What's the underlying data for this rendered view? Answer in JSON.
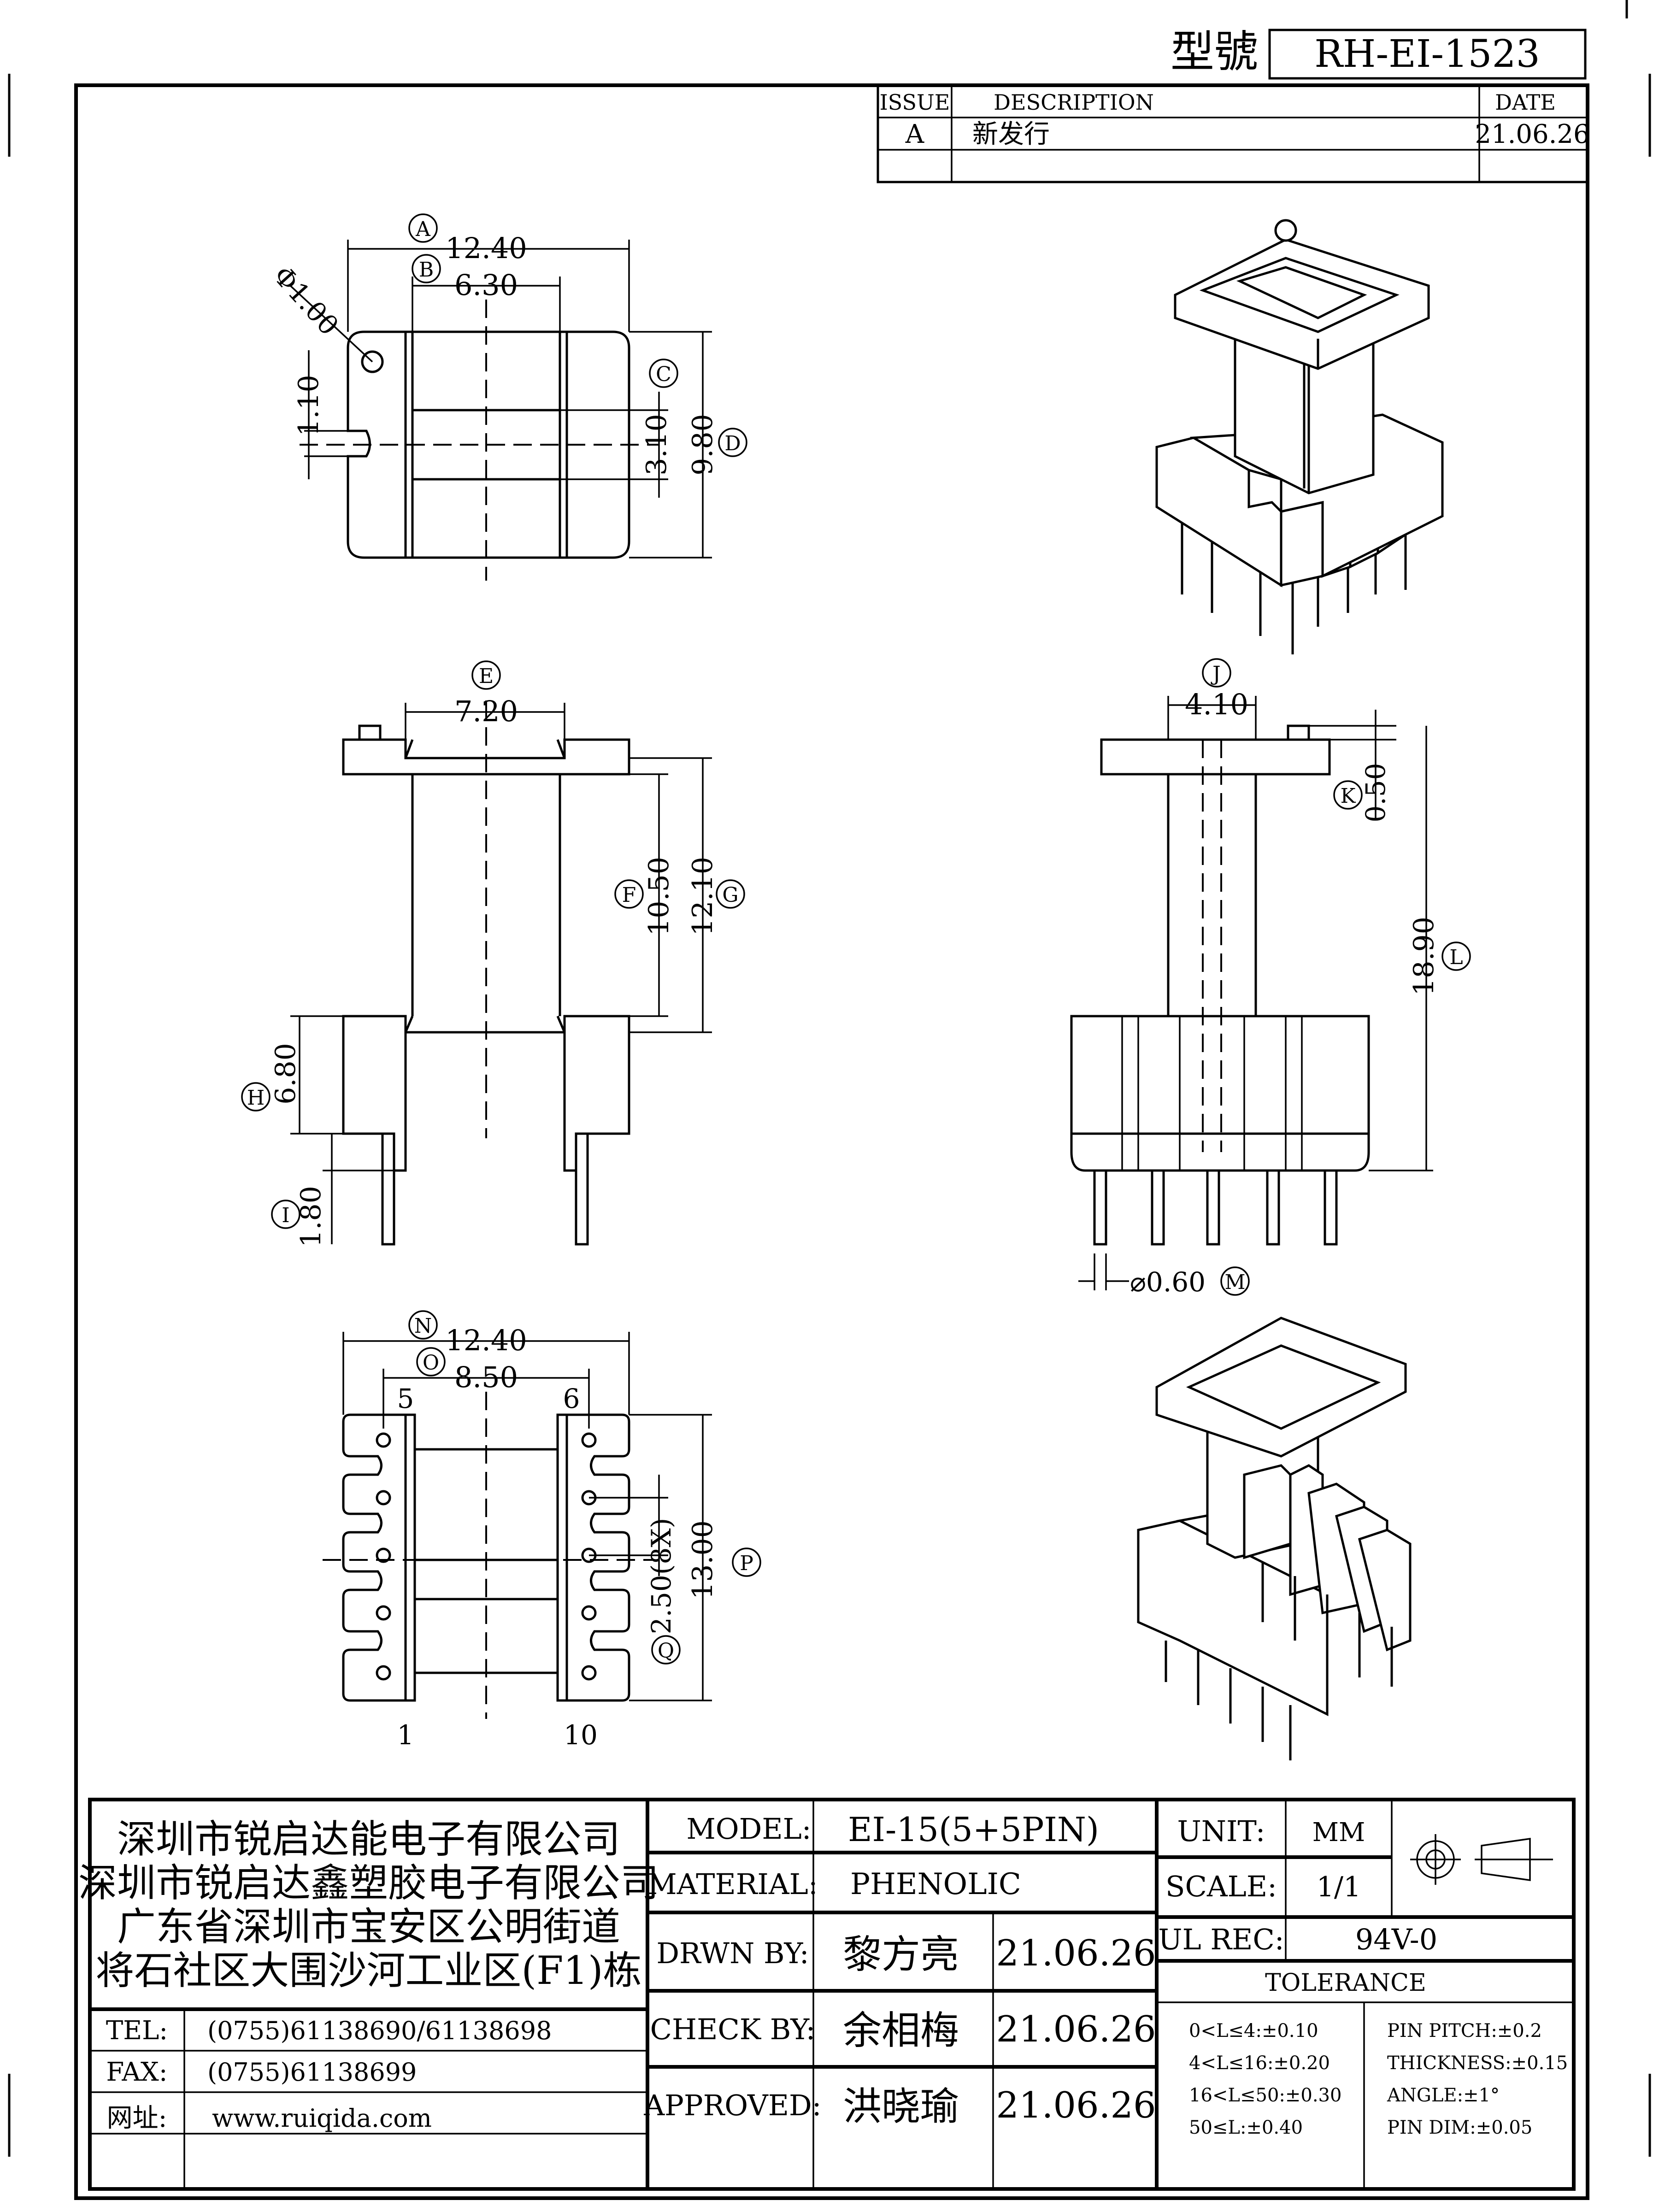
{
  "title_block_top": {
    "model_label": "型號",
    "model_value": "RH-EI-1523"
  },
  "revision_table": {
    "headers": {
      "issue": "ISSUE",
      "description": "DESCRIPTION",
      "date": "DATE"
    },
    "rows": [
      {
        "issue": "A",
        "description": "新发行",
        "date": "21.06.26"
      }
    ]
  },
  "view_top": {
    "dim_a": "12.40",
    "label_a": "A",
    "dim_b": "6.30",
    "label_b": "B",
    "dim_phi": "Φ1.00",
    "dim_110": "1.10",
    "dim_c": "3.10",
    "label_c": "C",
    "dim_d": "9.80",
    "label_d": "D"
  },
  "view_front": {
    "dim_e": "7.20",
    "label_e": "E",
    "dim_f": "10.50",
    "label_f": "F",
    "dim_g": "12.10",
    "label_g": "G",
    "dim_h": "6.80",
    "label_h": "H",
    "dim_i": "1.80",
    "label_i": "I"
  },
  "view_side": {
    "dim_j": "4.10",
    "label_j": "J",
    "dim_k": "0.50",
    "label_k": "K",
    "dim_l": "18.90",
    "label_l": "L",
    "dim_m": "⌀0.60",
    "label_m": "M"
  },
  "view_bottom": {
    "dim_n": "12.40",
    "label_n": "N",
    "dim_o": "8.50",
    "label_o": "O",
    "pin_5": "5",
    "pin_6": "6",
    "pin_1": "1",
    "pin_10": "10",
    "dim_pitch": "2.50(8X)",
    "label_q": "Q",
    "dim_p": "13.00",
    "label_p": "P"
  },
  "company": {
    "lines": [
      "深圳市锐启达能电子有限公司",
      "深圳市锐启达鑫塑胶电子有限公司",
      "广东省深圳市宝安区公明街道",
      "将石社区大围沙河工业区(F1)栋"
    ],
    "contacts": [
      {
        "label": "TEL:",
        "value": "(0755)61138690/61138698"
      },
      {
        "label": "FAX:",
        "value": "(0755)61138699"
      },
      {
        "label": "网址:",
        "value": "www.ruiqida.com"
      }
    ]
  },
  "spec": {
    "model_label": "MODEL:",
    "model_value": "EI-15(5+5PIN)",
    "material_label": "MATERIAL:",
    "material_value": "PHENOLIC",
    "drawn_label": "DRWN BY:",
    "drawn_name": "黎方亮",
    "drawn_date": "21.06.26",
    "check_label": "CHECK BY:",
    "check_name": "余相梅",
    "check_date": "21.06.26",
    "approved_label": "APPROVED:",
    "approved_name": "洪晓瑜",
    "approved_date": "21.06.26",
    "unit_label": "UNIT:",
    "unit_value": "MM",
    "scale_label": "SCALE:",
    "scale_value": "1/1",
    "ul_label": "UL REC:",
    "ul_value": "94V-0",
    "tolerance_label": "TOLERANCE",
    "tol_left": [
      "0<L≤4:±0.10",
      "4<L≤16:±0.20",
      "16<L≤50:±0.30",
      "50≤L:±0.40"
    ],
    "tol_right": [
      "PIN PITCH:±0.2",
      "THICKNESS:±0.15",
      "ANGLE:±1°",
      "PIN DIM:±0.05"
    ]
  }
}
